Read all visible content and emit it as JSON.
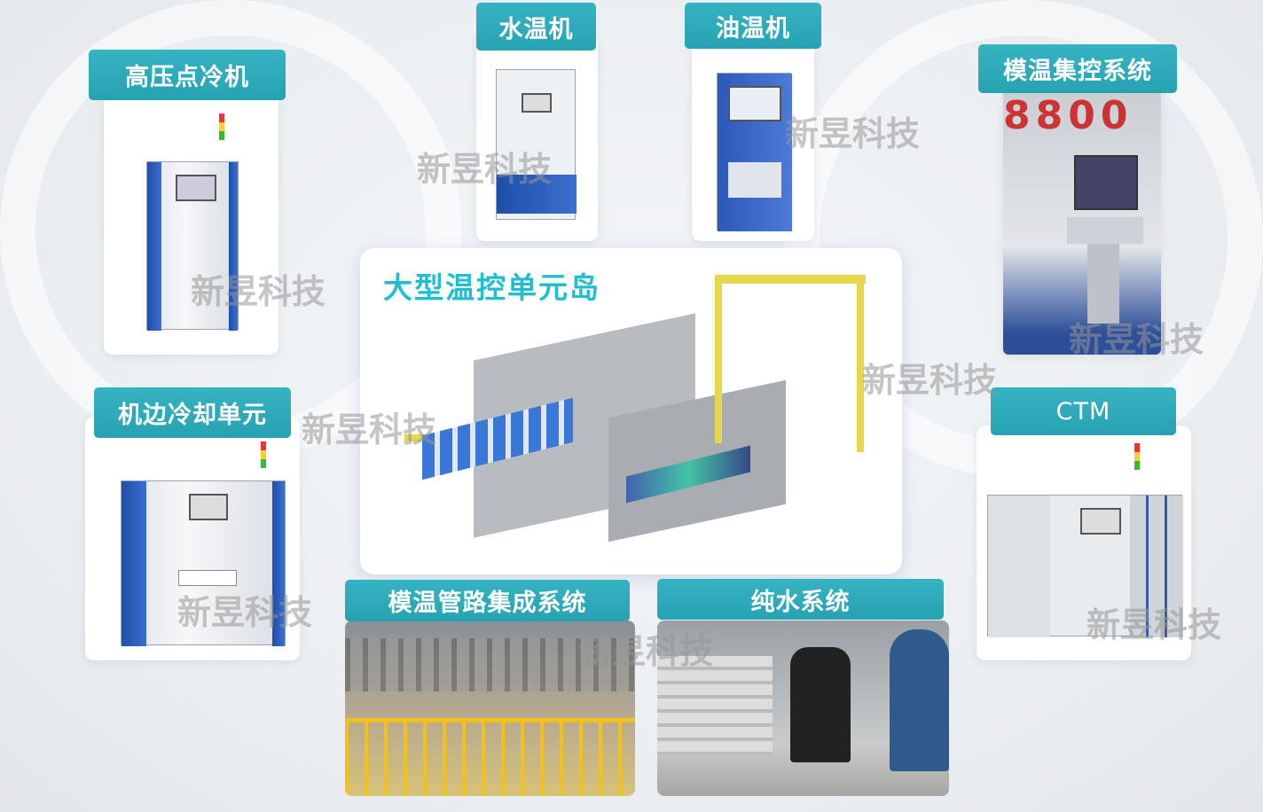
{
  "labels": {
    "high_pressure_chiller": "高压点冷机",
    "water_heater": "水温机",
    "oil_heater": "油温机",
    "central_control": "模温集控系统",
    "side_cooling": "机边冷却单元",
    "ctm": "CTM",
    "pipeline": "模温管路集成系统",
    "pure_water": "纯水系统"
  },
  "center": {
    "title": "大型温控单元岛"
  },
  "watermark": "新昱科技",
  "colors": {
    "label_bg": "#2ba9b9",
    "center_title": "#1fbfd0"
  }
}
